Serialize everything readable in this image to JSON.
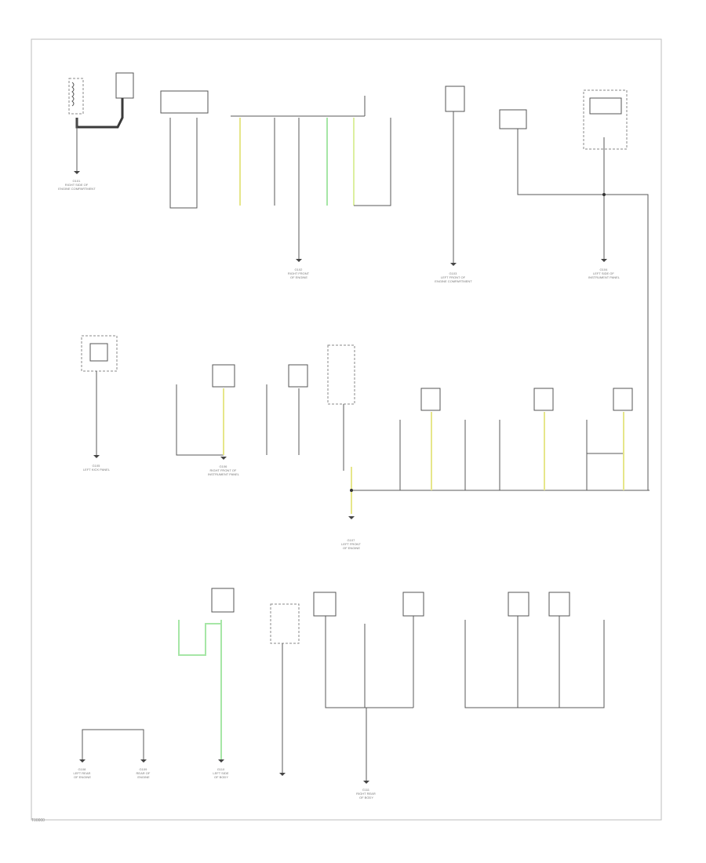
{
  "diagram": {
    "ground_points": [
      {
        "id": "g1",
        "lines": [
          "G101",
          "RIGHT SIDE OF",
          "ENGINE COMPARTMENT"
        ]
      },
      {
        "id": "g2",
        "lines": [
          "G102",
          "RIGHT FRONT",
          "OF ENGINE"
        ]
      },
      {
        "id": "g3",
        "lines": [
          "G103",
          "LEFT FRONT OF",
          "ENGINE COMPARTMENT"
        ]
      },
      {
        "id": "g4",
        "lines": [
          "G104",
          "LEFT SIDE OF",
          "INSTRUMENT PANEL"
        ]
      },
      {
        "id": "g5",
        "lines": [
          "G105",
          "LEFT KICK PANEL"
        ]
      },
      {
        "id": "g6",
        "lines": [
          "G106",
          "RIGHT FRONT OF",
          "INSTRUMENT PANEL"
        ]
      },
      {
        "id": "g7",
        "lines": [
          "G107",
          "LEFT FRONT",
          "OF ENGINE"
        ]
      },
      {
        "id": "g8",
        "lines": [
          "G108",
          "LEFT REAR",
          "OF ENGINE"
        ]
      },
      {
        "id": "g9",
        "lines": [
          "G109",
          "REAR OF",
          "ENGINE"
        ]
      },
      {
        "id": "g10",
        "lines": [
          "G110",
          "LEFT SIDE",
          "OF BODY"
        ]
      },
      {
        "id": "g11",
        "lines": [
          "G111",
          "RIGHT REAR",
          "OF BODY"
        ]
      }
    ],
    "footer_code": "T00000"
  }
}
